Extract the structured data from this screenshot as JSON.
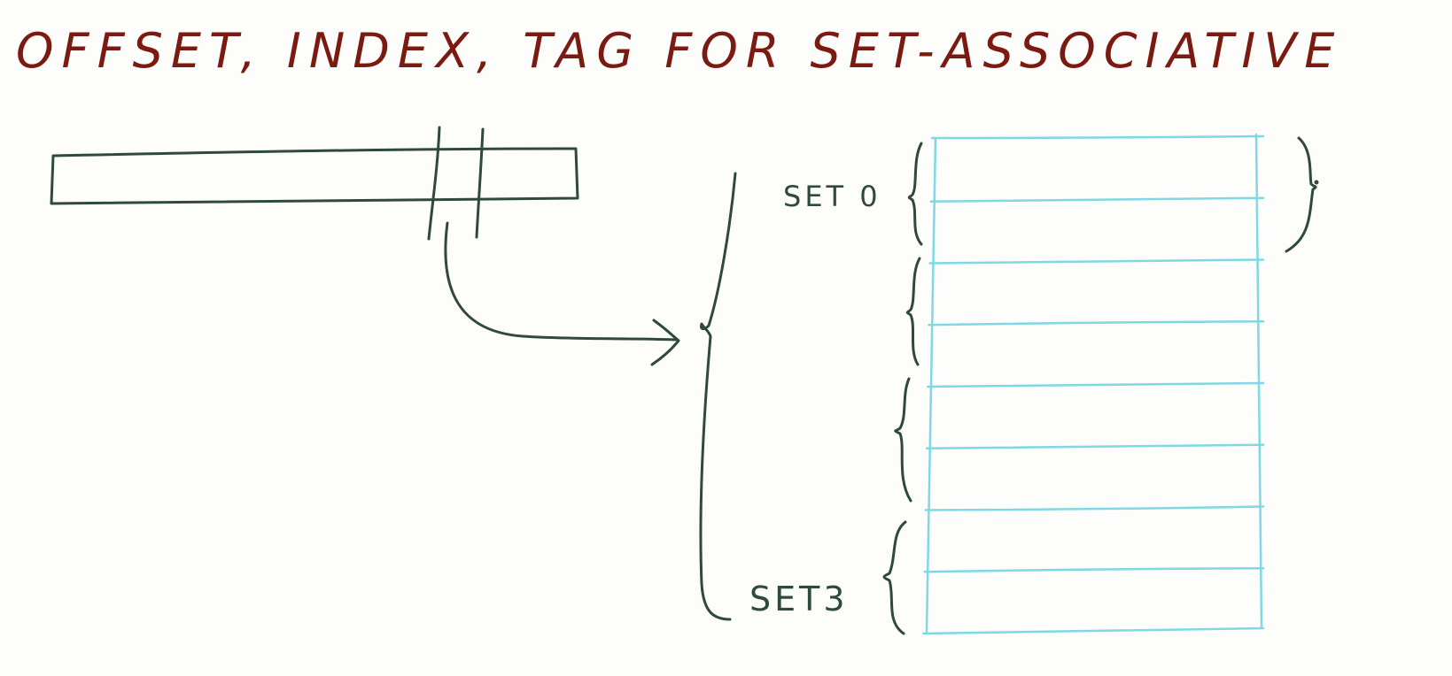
{
  "title": "OFFSET, INDEX, TAG   FOR   SET-ASSOCIATIVE",
  "labels": {
    "set_first": "SET 0",
    "set_last": "SET3"
  },
  "cache": {
    "lines": 8,
    "sets": 4,
    "ways_per_set": 2
  },
  "colors": {
    "title": "#7a1a10",
    "ink": "#2f4a3a",
    "cache": "#7fd8e4",
    "background": "#fdfdfb"
  }
}
